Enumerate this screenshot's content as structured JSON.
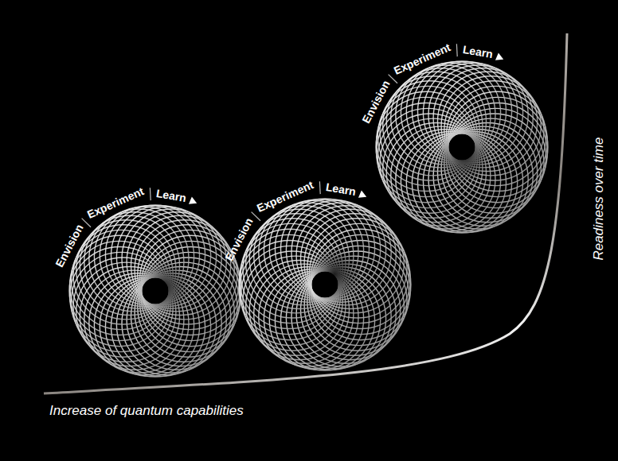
{
  "diagram": {
    "labels": [
      "Envision",
      "Experiment",
      "Learn",
      "Envision",
      "Experiment",
      "Learn",
      "Envision",
      "Experiment",
      "Learn",
      "Readiness over time",
      "Increase of quantum capabilities"
    ]
  }
}
